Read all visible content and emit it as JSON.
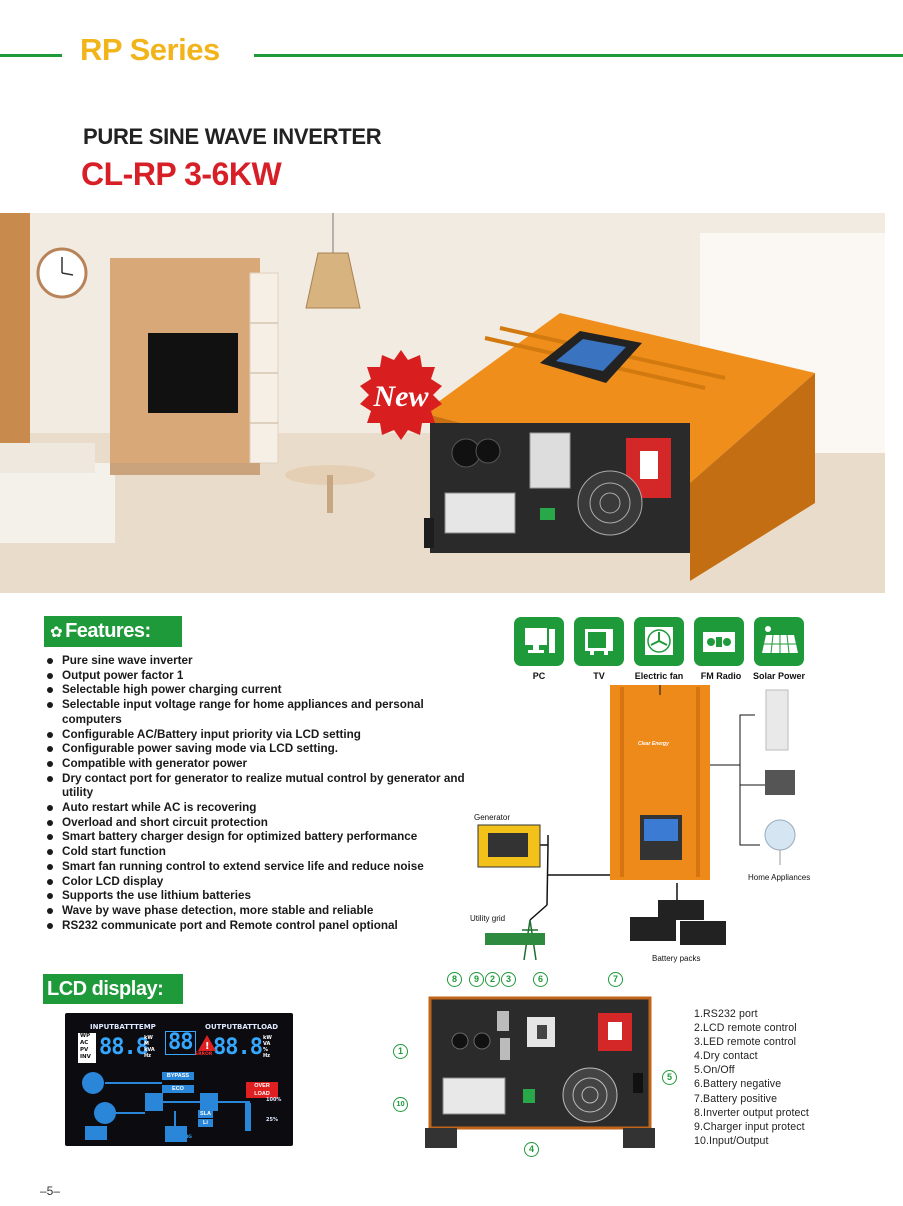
{
  "header": {
    "series": "RP Series",
    "title": "PURE SINE WAVE INVERTER",
    "model": "CL-RP 3-6KW"
  },
  "hero": {
    "badge": "New"
  },
  "features": {
    "heading": "Features:",
    "items": [
      "Pure sine wave inverter",
      "Output power factor 1",
      "Selectable high power charging current",
      "Selectable input voltage range for home appliances and personal computers",
      "Configurable AC/Battery input priority via LCD setting",
      "Configurable power saving mode via LCD setting.",
      "Compatible with generator power",
      "Dry contact port for generator to realize mutual control by generator and  utility",
      "Auto restart while AC is recovering",
      "Overload and short circuit protection",
      "Smart battery charger design for optimized battery performance",
      "Cold start function",
      "Smart fan running control to extend service life and reduce noise",
      "Color LCD display",
      "Supports the use lithium batteries",
      "Wave by wave phase detection, more stable and reliable",
      "RS232 communicate port and Remote control panel optional"
    ]
  },
  "system": {
    "appliances": [
      {
        "label": "PC",
        "icon": "pc-icon"
      },
      {
        "label": "TV",
        "icon": "tv-icon"
      },
      {
        "label": "Electric fan",
        "icon": "electric-fan-icon"
      },
      {
        "label": "FM Radio",
        "icon": "fm-radio-icon"
      },
      {
        "label": "Solar Power",
        "icon": "solar-panel-icon"
      }
    ],
    "generator_label": "Generator",
    "utility_label": "Utility grid",
    "battery_label": "Battery packs",
    "home_label": "Home Appliances",
    "brand_label": "Clear Energy"
  },
  "lcd": {
    "heading": "LCD display:",
    "input_label": "INPUTBATTTEMP",
    "output_label": "OUTPUTBATTLOAD",
    "sources": [
      "WP",
      "AC",
      "PV",
      "INV"
    ],
    "left_digits": "88.8",
    "mid_digits": "88",
    "right_digits": "88.8",
    "left_units": "kW\nM\nkVA\nHz",
    "right_units": "kW\nVA\n%\nHz",
    "error": "ERROR",
    "bypass": "BYPASS",
    "eco": "ECO",
    "overload": "OVER LOAD",
    "pct100": "100%",
    "pct25": "25%",
    "charging": "CHARGING",
    "sla": "SLA",
    "li": "Li"
  },
  "parts": {
    "callouts": [
      "1",
      "2",
      "3",
      "4",
      "5",
      "6",
      "7",
      "8",
      "9",
      "10"
    ],
    "items": [
      "1.RS232 port",
      "2.LCD remote control",
      "3.LED remote control",
      "4.Dry contact",
      "5.On/Off",
      "6.Battery negative",
      "7.Battery positive",
      "8.Inverter output protect",
      "9.Charger input protect",
      "10.Input/Output"
    ]
  },
  "footer": {
    "page": "–5–"
  },
  "colors": {
    "green": "#1f9a3a",
    "yellow": "#f2b41b",
    "red": "#d61f26",
    "orange": "#e98b1a",
    "lcd_blue": "#35a7ff"
  }
}
